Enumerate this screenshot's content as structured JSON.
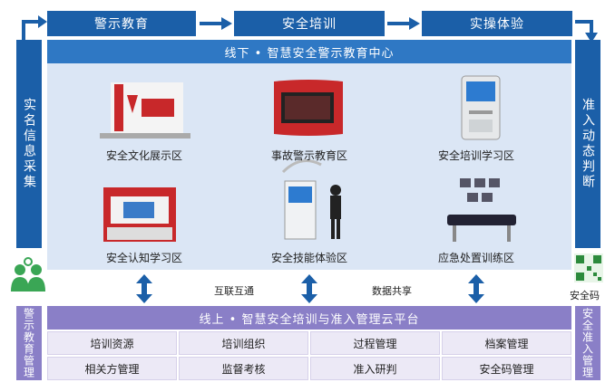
{
  "top_flow": [
    "警示教育",
    "安全培训",
    "实操体验"
  ],
  "left_side": "实名信息采集",
  "right_side": "准入动态判断",
  "offline": {
    "title": "线下 • 智慧安全警示教育中心",
    "zones": [
      {
        "label": "安全文化展示区",
        "icon": "culture-display-icon"
      },
      {
        "label": "事故警示教育区",
        "icon": "accident-warning-icon"
      },
      {
        "label": "安全培训学习区",
        "icon": "training-kiosk-icon"
      },
      {
        "label": "安全认知学习区",
        "icon": "cognition-wall-icon"
      },
      {
        "label": "安全技能体验区",
        "icon": "vr-skill-icon"
      },
      {
        "label": "应急处置训练区",
        "icon": "emergency-training-icon"
      }
    ]
  },
  "middle": {
    "interconnect": "互联互通",
    "data_share": "数据共享"
  },
  "qr_label": "安全码",
  "online": {
    "title": "线上 • 智慧安全培训与准入管理云平台",
    "left_label": "警示教育管理",
    "right_label": "安全准入管理",
    "grid": [
      [
        "培训资源",
        "培训组织",
        "过程管理",
        "档案管理"
      ],
      [
        "相关方管理",
        "监督考核",
        "准入研判",
        "安全码管理"
      ]
    ]
  },
  "colors": {
    "blue": "#1b5fa8",
    "light_blue_panel": "#dbe6f5",
    "purple": "#8a7fc7",
    "cell": "#ece9f6"
  }
}
